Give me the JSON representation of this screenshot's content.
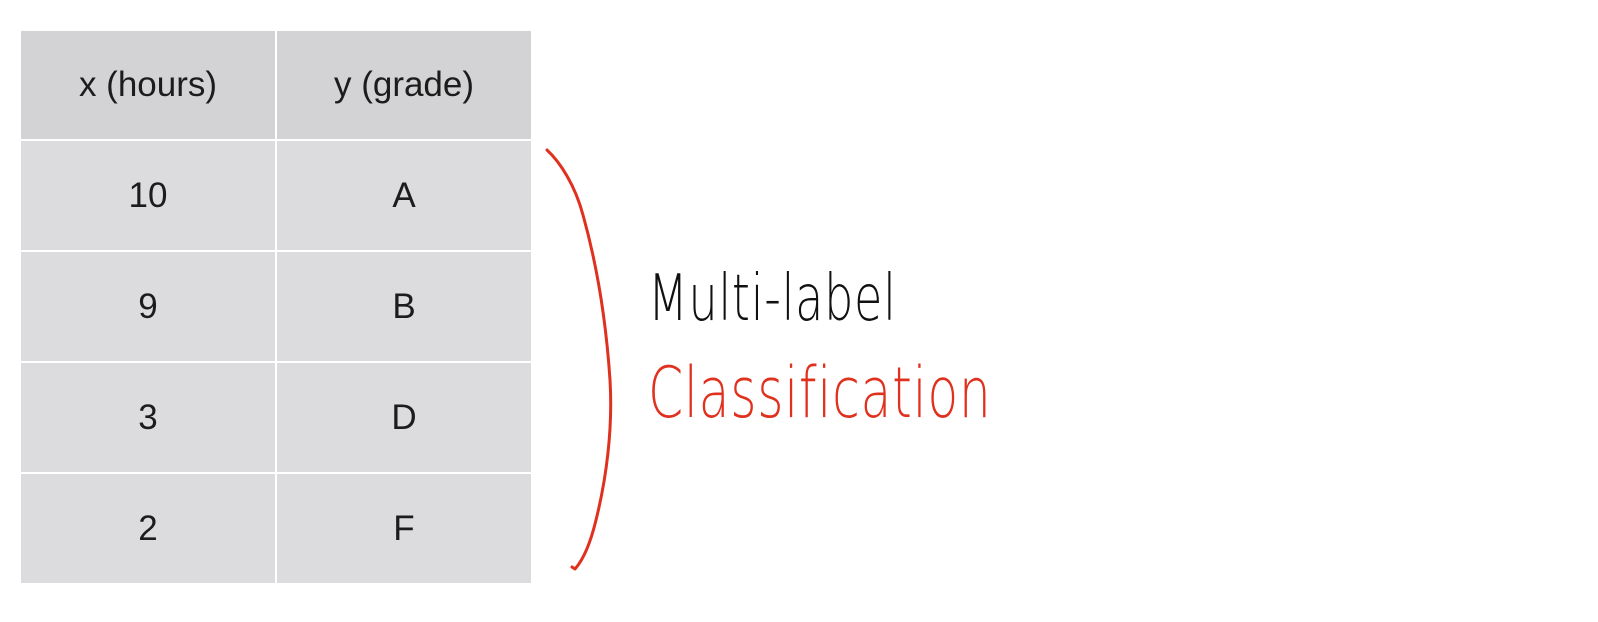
{
  "table": {
    "headers": [
      "x (hours)",
      "y (grade)"
    ],
    "rows": [
      [
        "10",
        "A"
      ],
      [
        "9",
        "B"
      ],
      [
        "3",
        "D"
      ],
      [
        "2",
        "F"
      ]
    ]
  },
  "annotation": {
    "line1": "Multi-label",
    "line2": "Classification",
    "line1_color": "#111111",
    "line2_color": "#e0301e",
    "bracket_color": "#e0301e"
  }
}
